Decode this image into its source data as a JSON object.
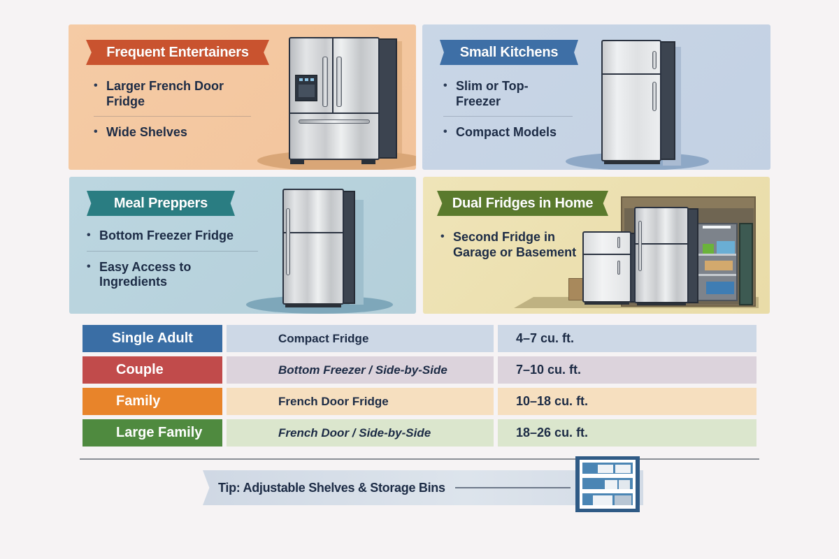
{
  "panels": [
    {
      "id": "frequent-entertainers",
      "title": "Frequent Entertainers",
      "bullets": [
        "Larger French Door Fridge",
        "Wide Shelves"
      ],
      "bg": "#f4c9a2",
      "banner_color": "#c9532f",
      "illustration": "french-door-fridge"
    },
    {
      "id": "small-kitchens",
      "title": "Small Kitchens",
      "bullets": [
        "Slim or Top-Freezer",
        "Compact Models"
      ],
      "bg": "#c9d6e6",
      "banner_color": "#3e6fa6",
      "illustration": "top-freezer-fridge"
    },
    {
      "id": "meal-preppers",
      "title": "Meal Preppers",
      "bullets": [
        "Bottom Freezer Fridge",
        "Easy Access to Ingredients"
      ],
      "bg": "#b8d3de",
      "banner_color": "#2a7d82",
      "illustration": "bottom-freezer-fridge"
    },
    {
      "id": "dual-fridges",
      "title": "Dual Fridges in Home",
      "bullets": [
        "Second Fridge in Garage or Basement"
      ],
      "bullet_lines": [
        "Second Fridge in",
        "Garage or Basement"
      ],
      "bg": "#ede1b2",
      "banner_color": "#5a7a2d",
      "illustration": "garage-fridges"
    }
  ],
  "table": {
    "rows": [
      {
        "household": "Single Adult",
        "type": "Compact Fridge",
        "capacity": "4–7 cu. ft.",
        "label_color": "#3a6ea5",
        "row_color": "#cdd8e6"
      },
      {
        "household": "Couple",
        "type": "Bottom Freezer / Side-by-Side",
        "capacity": "7–10 cu. ft.",
        "label_color": "#c14b4b",
        "row_color": "#dcd3dc"
      },
      {
        "household": "Family",
        "type": "French Door Fridge",
        "capacity": "10–18 cu. ft.",
        "label_color": "#e8842a",
        "row_color": "#f6dfbf"
      },
      {
        "household": "Large Family",
        "type": "French Door / Side-by-Side",
        "capacity": "18–26 cu. ft.",
        "label_color": "#4f8a3f",
        "row_color": "#dbe6cd"
      }
    ]
  },
  "tip": {
    "text": "Tip:  Adjustable Shelves & Storage Bins",
    "icon": "storage-shelf-icon"
  }
}
